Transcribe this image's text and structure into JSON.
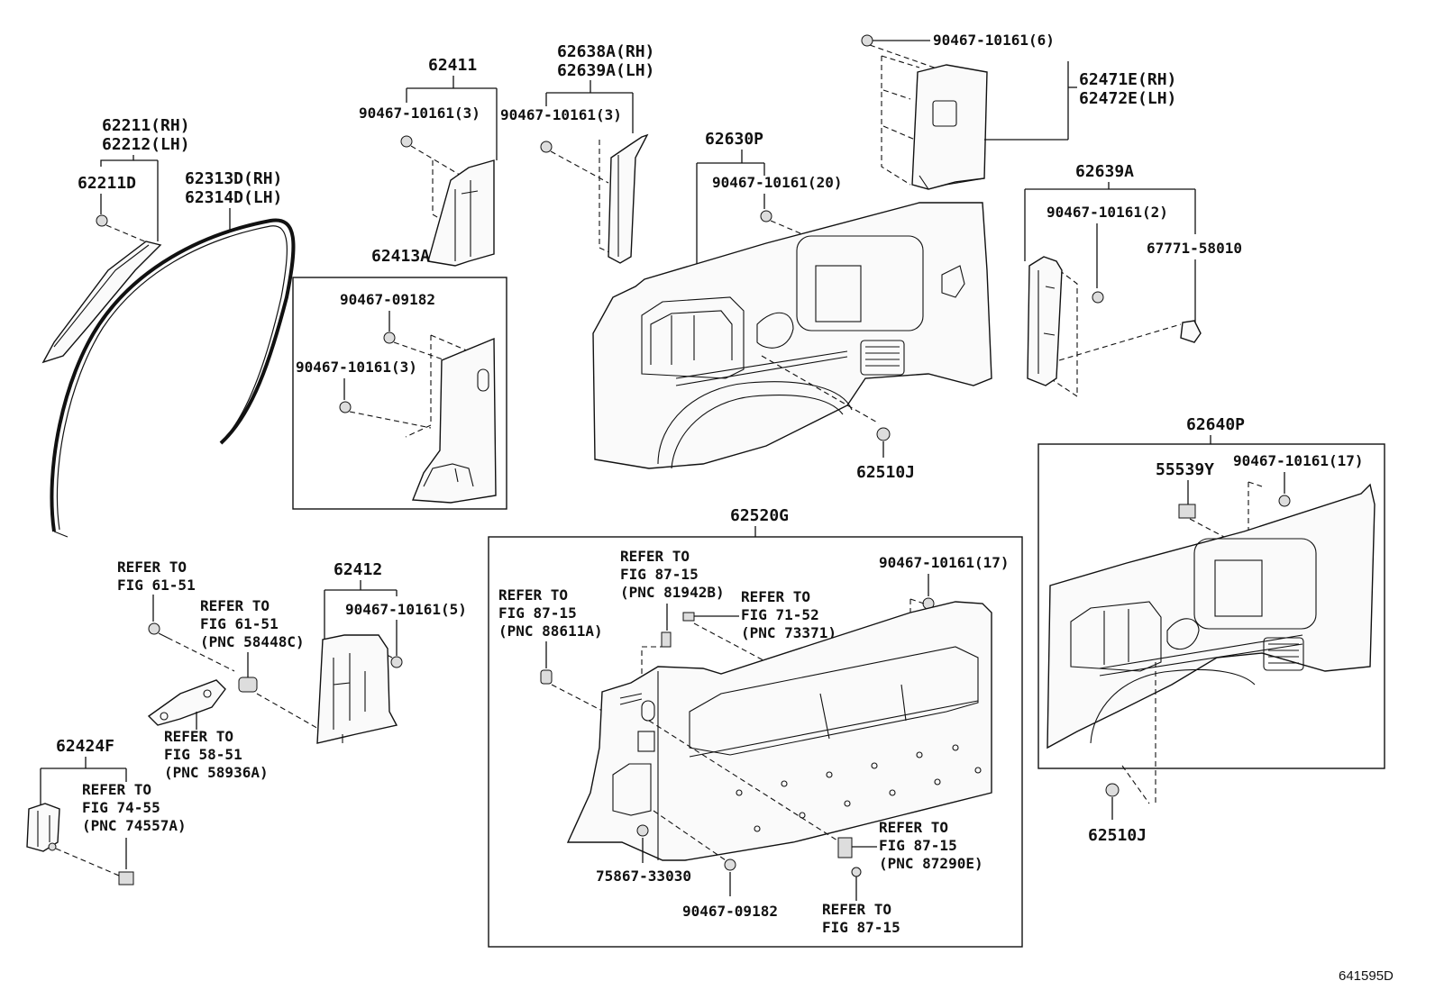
{
  "labels": {
    "p62211": "62211(RH)",
    "p62212": "62212(LH)",
    "p62211D": "62211D",
    "p62313D": "62313D(RH)",
    "p62314D": "62314D(LH)",
    "p62411": "62411",
    "c62411": "90467-10161(3)",
    "p62413A": "62413A",
    "c62413A_a": "90467-09182",
    "c62413A_b": "90467-10161(3)",
    "p62638A": "62638A(RH)",
    "p62639A_lh": "62639A(LH)",
    "c62638A": "90467-10161(3)",
    "p62630P": "62630P",
    "c62630P": "90467-10161(20)",
    "p62510J_a": "62510J",
    "c_top": "90467-10161(6)",
    "p62471E": "62471E(RH)",
    "p62472E": "62472E(LH)",
    "p62639A": "62639A",
    "c62639A": "90467-10161(2)",
    "p67771": "67771-58010",
    "p62640P": "62640P",
    "p55539Y": "55539Y",
    "c62640P": "90467-10161(17)",
    "p62510J_b": "62510J",
    "ref61a_1": "REFER TO",
    "ref61a_2": "FIG 61-51",
    "ref61b_1": "REFER TO",
    "ref61b_2": "FIG 61-51",
    "ref61b_3": "(PNC 58448C)",
    "ref58_1": "REFER TO",
    "ref58_2": "FIG 58-51",
    "ref58_3": "(PNC 58936A)",
    "p62412": "62412",
    "c62412": "90467-10161(5)",
    "p62424F": "62424F",
    "ref74_1": "REFER TO",
    "ref74_2": "FIG 74-55",
    "ref74_3": "(PNC 74557A)",
    "p62520G": "62520G",
    "ref88_1": "REFER TO",
    "ref88_2": "FIG 87-15",
    "ref88_3": "(PNC 88611A)",
    "ref81_1": "REFER TO",
    "ref81_2": "FIG 87-15",
    "ref81_3": "(PNC 81942B)",
    "ref71_1": "REFER TO",
    "ref71_2": "FIG 71-52",
    "ref71_3": "(PNC 73371)",
    "c62520G": "90467-10161(17)",
    "ref87a_1": "REFER TO",
    "ref87a_2": "FIG 87-15",
    "ref87a_3": "(PNC 87290E)",
    "ref87b_1": "REFER TO",
    "ref87b_2": "FIG 87-15",
    "p75867": "75867-33030",
    "c_bottom": "90467-09182",
    "diagram_id": "641595D"
  }
}
